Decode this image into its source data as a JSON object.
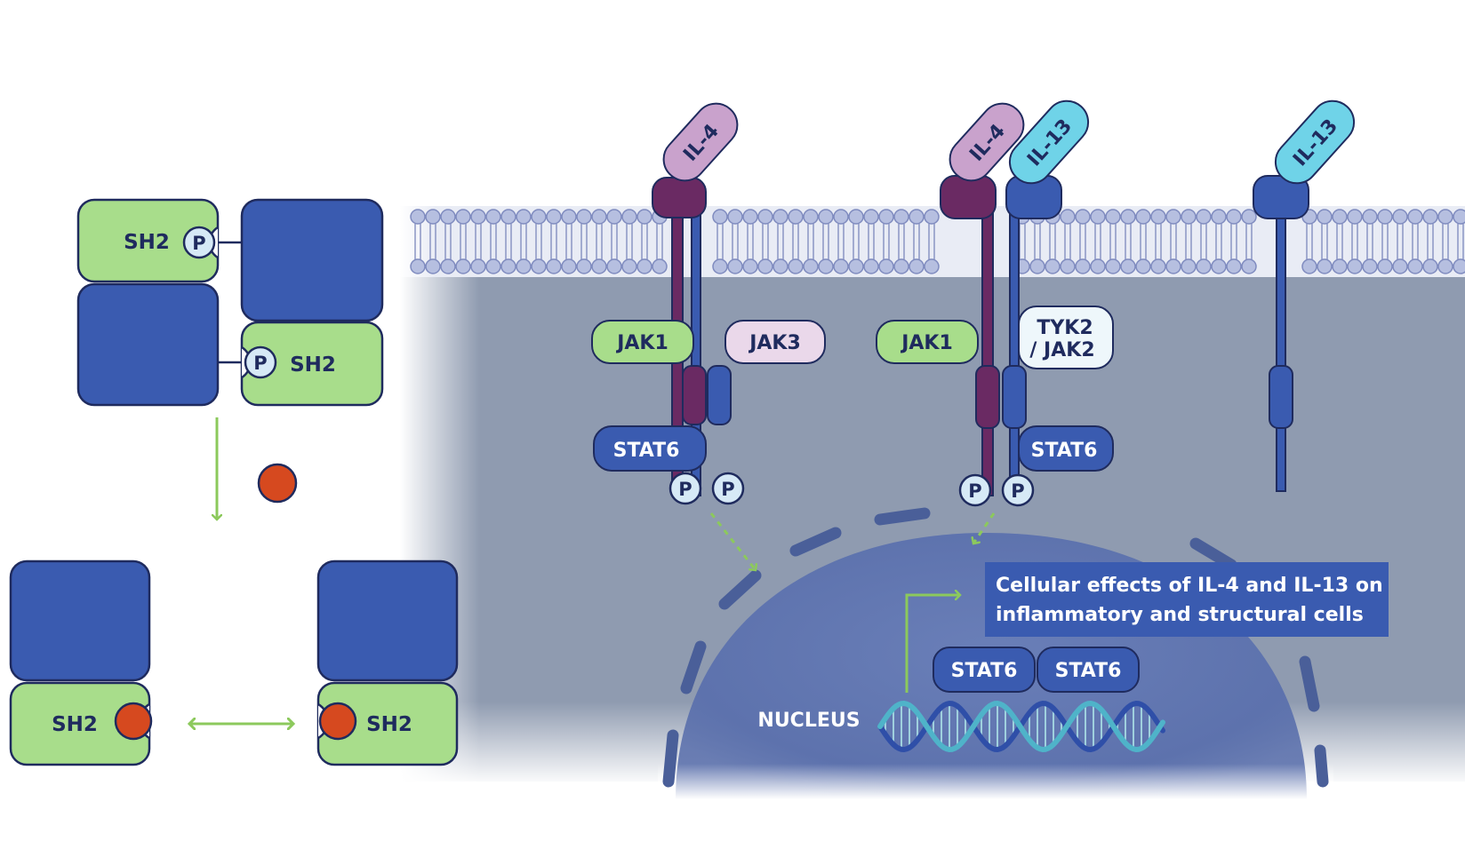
{
  "colors": {
    "dark_blue": "#3a5bb0",
    "outline": "#1f2b5e",
    "light_green": "#a8dd8b",
    "arrow_green": "#8cc95c",
    "il4_pink": "#c9a2cc",
    "il4_receptor": "#6a2a63",
    "il13_cyan": "#6fd3e8",
    "jak3_pink": "#ead8ea",
    "tyk2_bg": "#eef7fb",
    "phospho_bg": "#d6e9f6",
    "inhibitor_red": "#d6491f",
    "cytoplasm": "#8f9bb0",
    "nucleus": "#5f76b0",
    "effects_box": "#3a5bb0"
  },
  "left_panel": {
    "sh2_top": "SH2",
    "sh2_middle": "SH2",
    "phospho_top": "P",
    "phospho_middle": "P",
    "sh2_bottom_left": "SH2",
    "sh2_bottom_right": "SH2"
  },
  "receptors": {
    "il4_a": "IL-4",
    "il4_b": "IL-4",
    "il13_a": "IL-13",
    "il13_b": "IL-13"
  },
  "kinases": {
    "jak1_a": "JAK1",
    "jak3": "JAK3",
    "jak1_b": "JAK1",
    "tyk2_line1": "TYK2",
    "tyk2_line2": "/ JAK2"
  },
  "stats": {
    "stat6_a": "STAT6",
    "stat6_b": "STAT6",
    "stat6_dimer_1": "STAT6",
    "stat6_dimer_2": "STAT6"
  },
  "phospho": {
    "p1": "P",
    "p2": "P",
    "p3": "P",
    "p4": "P"
  },
  "nucleus_label": "NUCLEUS",
  "effects": {
    "line1": "Cellular effects of IL-4 and IL-13 on",
    "line2": "inflammatory and structural cells"
  }
}
